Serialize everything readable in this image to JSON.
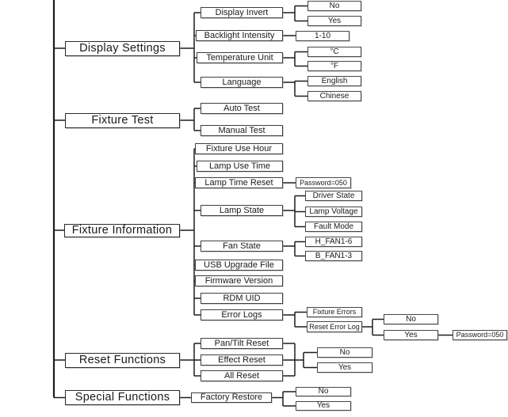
{
  "menu": {
    "display_settings": {
      "label": "Display Settings",
      "display_invert": {
        "label": "Display Invert",
        "no": "No",
        "yes": "Yes"
      },
      "backlight_intensity": {
        "label": "Backlight Intensity",
        "range": "1-10"
      },
      "temperature_unit": {
        "label": "Temperature Unit",
        "celsius": "°C",
        "fahrenheit": "°F"
      },
      "language": {
        "label": "Language",
        "english": "English",
        "chinese": "Chinese"
      }
    },
    "fixture_test": {
      "label": "Fixture Test",
      "auto_test": {
        "label": "Auto Test"
      },
      "manual_test": {
        "label": "Manual Test"
      }
    },
    "fixture_information": {
      "label": "Fixture Information",
      "fixture_use_hour": {
        "label": "Fixture Use Hour"
      },
      "lamp_use_time": {
        "label": "Lamp Use Time"
      },
      "lamp_time_reset": {
        "label": "Lamp Time Reset",
        "password": "Password=050"
      },
      "lamp_state": {
        "label": "Lamp State",
        "driver_state": "Driver State",
        "lamp_voltage": "Lamp Voltage",
        "fault_mode": "Fault Mode"
      },
      "fan_state": {
        "label": "Fan State",
        "head_fans": "H_FAN1-6",
        "base_fans": "B_FAN1-3"
      },
      "usb_upgrade_file": {
        "label": "USB Upgrade File"
      },
      "firmware_version": {
        "label": "Firmware Version"
      },
      "rdm_uid": {
        "label": "RDM UID"
      },
      "error_logs": {
        "label": "Error Logs",
        "fixture_errors": "Fixture Errors",
        "reset_error_log": {
          "label": "Reset Error Log",
          "no": "No",
          "yes": "Yes",
          "password": "Password=050"
        }
      }
    },
    "reset_functions": {
      "label": "Reset Functions",
      "pan_tilt_reset": {
        "label": "Pan/Tilt Reset"
      },
      "effect_reset": {
        "label": "Effect Reset"
      },
      "all_reset": {
        "label": "All Reset"
      },
      "confirm": {
        "no": "No",
        "yes": "Yes"
      }
    },
    "special_functions": {
      "label": "Special Functions",
      "factory_restore": {
        "label": "Factory Restore",
        "no": "No",
        "yes": "Yes"
      }
    }
  },
  "colors": {
    "background": "#ffffff",
    "line": "#1d1d1d",
    "box_border": "#3f3f3f",
    "box_fill": "#ffffff",
    "text": "#1a1a1a"
  }
}
